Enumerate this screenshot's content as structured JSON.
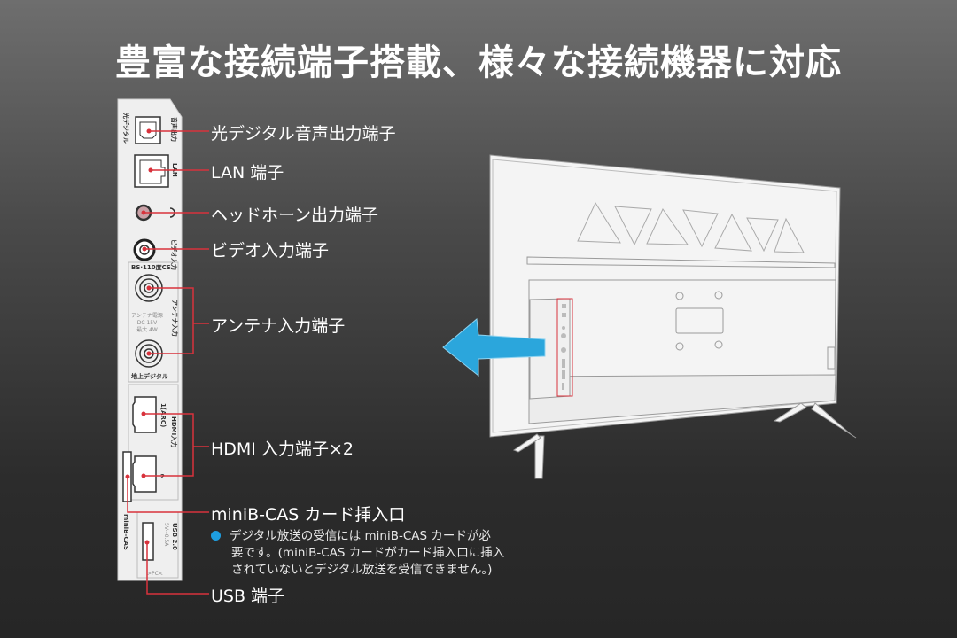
{
  "title": "豊富な接続端子搭載、様々な接続機器に対応",
  "colors": {
    "accent_line": "#d8323c",
    "arrow": "#2ba6dc",
    "bullet": "#1e9ee0",
    "panel": "#efefef"
  },
  "panel": {
    "optical_side": "光デジタル",
    "optical_label": "音声出力",
    "lan_label": "LAN",
    "headphone_icon": "headphone-icon",
    "video_label": "ビデオ入力",
    "bs_label": "BS·110度CS",
    "antenna_power": [
      "アンテナ電源",
      "DC 15V",
      "最大 4W"
    ],
    "antenna_label": "アンテナ入力",
    "terrestrial_label": "地上デジタル",
    "hdmi1_label": "1(ARC)",
    "hdmi_label": "HDMI入力",
    "hdmi2_label": "2",
    "cas_label": "miniB-CAS",
    "usb_label": "USB 2.0",
    "usb_power": "5V⎓0.5A",
    "pc_label": ">PC<"
  },
  "callouts": {
    "optical": "光デジタル音声出力端子",
    "lan": "LAN 端子",
    "headphone": "ヘッドホーン出力端子",
    "video": "ビデオ入力端子",
    "antenna": "アンテナ入力端子",
    "hdmi": "HDMI 入力端子×2",
    "cas": "miniB-CAS カード挿入口",
    "usb": "USB 端子"
  },
  "note": [
    "デジタル放送の受信には miniB-CAS カードが必",
    "要です。(miniB-CAS カードがカード挿入口に挿入",
    "されていないとデジタル放送を受信できません。)"
  ]
}
